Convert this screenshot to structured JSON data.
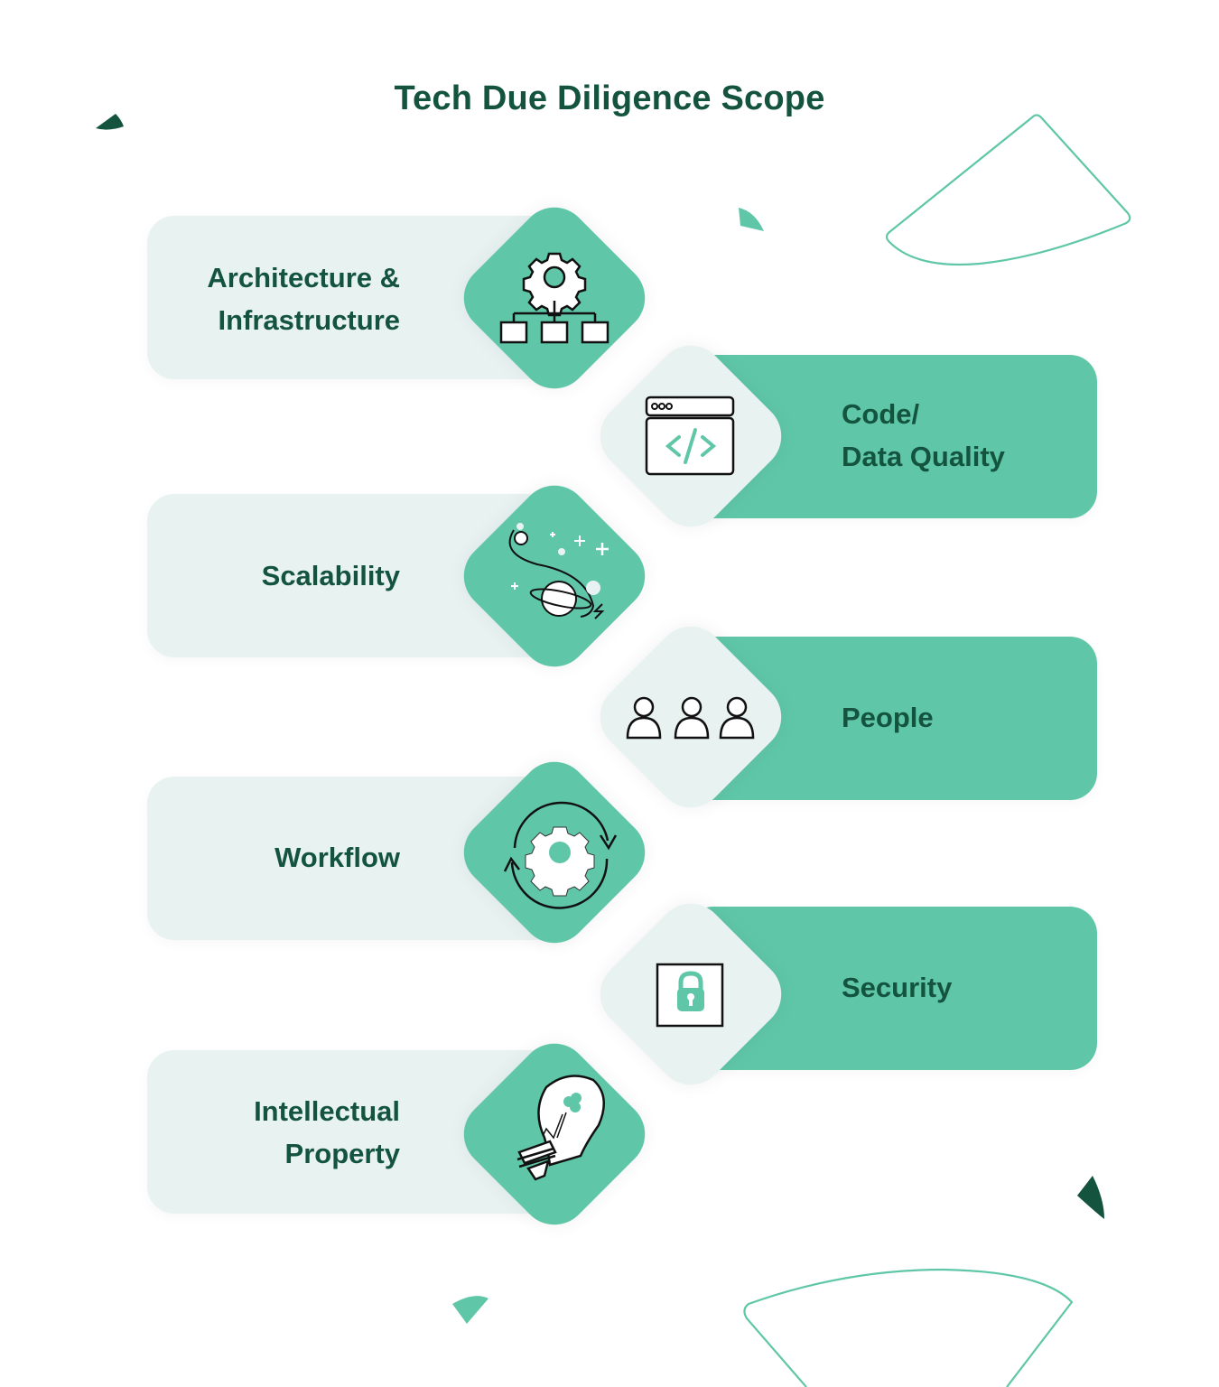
{
  "title": "Tech Due Diligence Scope",
  "colors": {
    "title": "#14543f",
    "accent_green": "#5fc7a7",
    "light_panel": "#e8f3f1",
    "dark_green": "#14543f"
  },
  "items": [
    {
      "label_line1": "Architecture &",
      "label_line2": "Infrastructure",
      "icon": "org-chart-gear-icon",
      "side": "left"
    },
    {
      "label_line1": "Code/",
      "label_line2": "Data Quality",
      "icon": "code-window-icon",
      "side": "right"
    },
    {
      "label_line1": "Scalability",
      "label_line2": "",
      "icon": "planet-orbit-icon",
      "side": "left"
    },
    {
      "label_line1": "People",
      "label_line2": "",
      "icon": "people-icon",
      "side": "right"
    },
    {
      "label_line1": "Workflow",
      "label_line2": "",
      "icon": "gear-cycle-icon",
      "side": "left"
    },
    {
      "label_line1": "Security",
      "label_line2": "",
      "icon": "padlock-icon",
      "side": "right"
    },
    {
      "label_line1": "Intellectual",
      "label_line2": "Property",
      "icon": "lightbulb-icon",
      "side": "left"
    }
  ]
}
